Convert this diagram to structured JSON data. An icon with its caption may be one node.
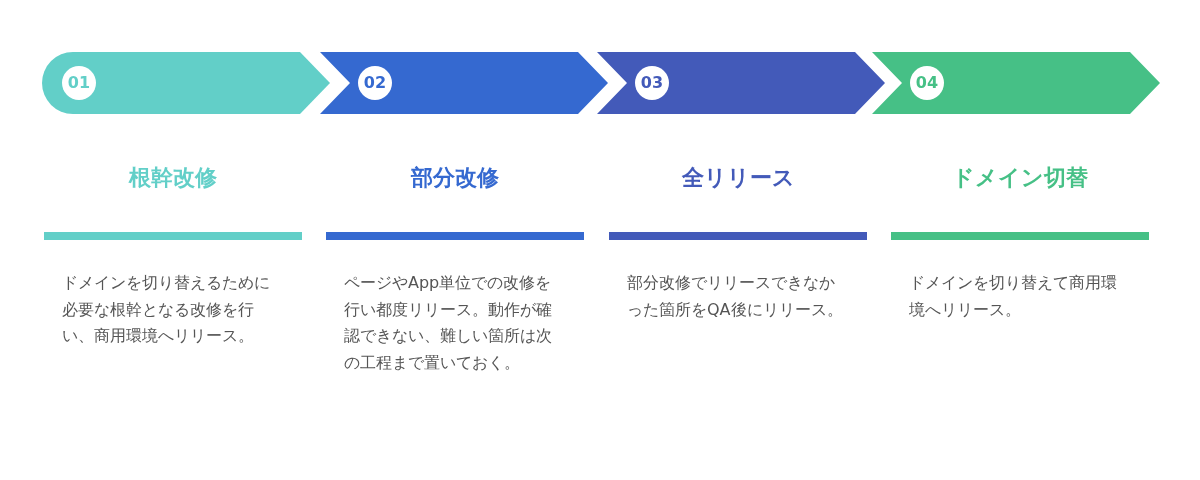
{
  "diagram": {
    "nodes": [
      {
        "text": [
          "01"
        ],
        "beside": [
          "根幹改修"
        ]
      },
      {
        "text": [
          "02"
        ],
        "beside": [
          "部分改修"
        ]
      },
      {
        "text": [
          "03"
        ],
        "beside": [
          "全リリース"
        ]
      },
      {
        "text": [
          "04"
        ],
        "beside": [
          "ドメイン切替"
        ]
      }
    ],
    "labels": [
      "ドメインを切り替えるために必要な根幹となる改修を行い、商用環境へリリース。",
      "ページやApp単位での改修を行い都度リリース。動作が確認できない、難しい箇所は次の工程まで置いておく。",
      "部分改修でリリースできなかった箇所をQA後にリリース。",
      "ドメインを切り替えて商用環境へリリース。"
    ]
  }
}
